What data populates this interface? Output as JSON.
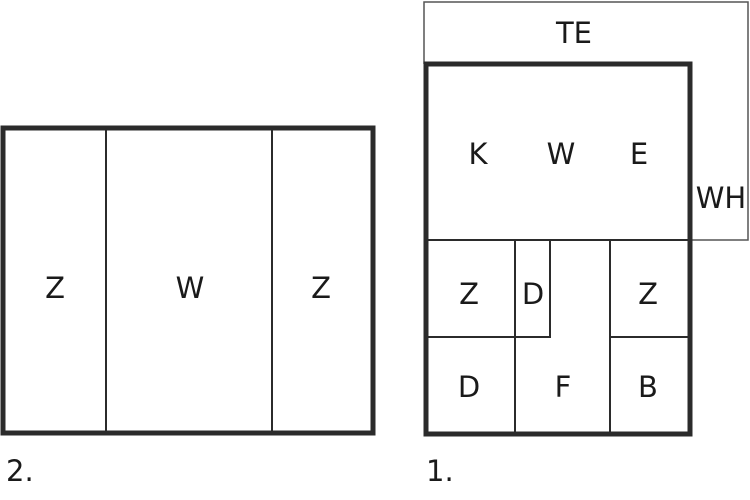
{
  "plan2": {
    "caption": "2.",
    "rooms": {
      "z_left": "Z",
      "w_center": "W",
      "z_right": "Z"
    }
  },
  "plan1": {
    "caption": "1.",
    "rooms": {
      "te": "TE",
      "wh": "WH",
      "k": "K",
      "w": "W",
      "e": "E",
      "z_left": "Z",
      "d_small": "D",
      "z_right": "Z",
      "d_bottom": "D",
      "f": "F",
      "b": "B"
    }
  }
}
